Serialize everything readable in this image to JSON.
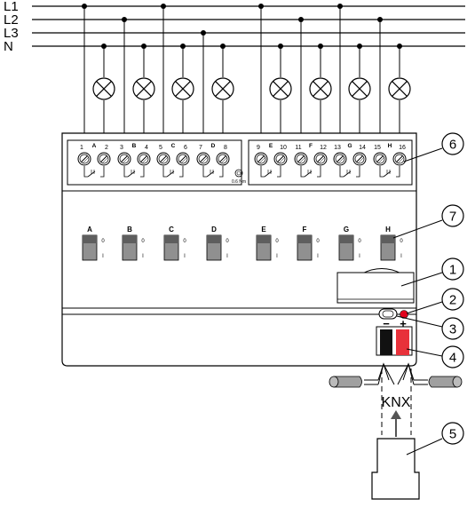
{
  "rails": [
    "L1",
    "L2",
    "L3",
    "N"
  ],
  "channels_upper": [
    "A",
    "B",
    "C",
    "D",
    "E",
    "F",
    "G",
    "H"
  ],
  "channels_lower": [
    "A",
    "B",
    "C",
    "D",
    "E",
    "F",
    "G",
    "H"
  ],
  "terminal_numbers": [
    "1",
    "2",
    "3",
    "4",
    "5",
    "6",
    "7",
    "8",
    "9",
    "10",
    "11",
    "12",
    "13",
    "14",
    "15",
    "16"
  ],
  "torque": "0.6 Nm",
  "switch_marks": {
    "on": "0",
    "off": "I"
  },
  "polarity": {
    "minus": "−",
    "plus": "+"
  },
  "bus_label": "KNX",
  "callouts": [
    "1",
    "2",
    "3",
    "4",
    "5",
    "6",
    "7"
  ],
  "colors": {
    "line": "#000000",
    "fill": "#ffffff",
    "switch": "#909090",
    "led": "#e0001b",
    "knx_red": "#e8313a",
    "knx_black": "#111111",
    "cable": "#a0a0a0"
  }
}
